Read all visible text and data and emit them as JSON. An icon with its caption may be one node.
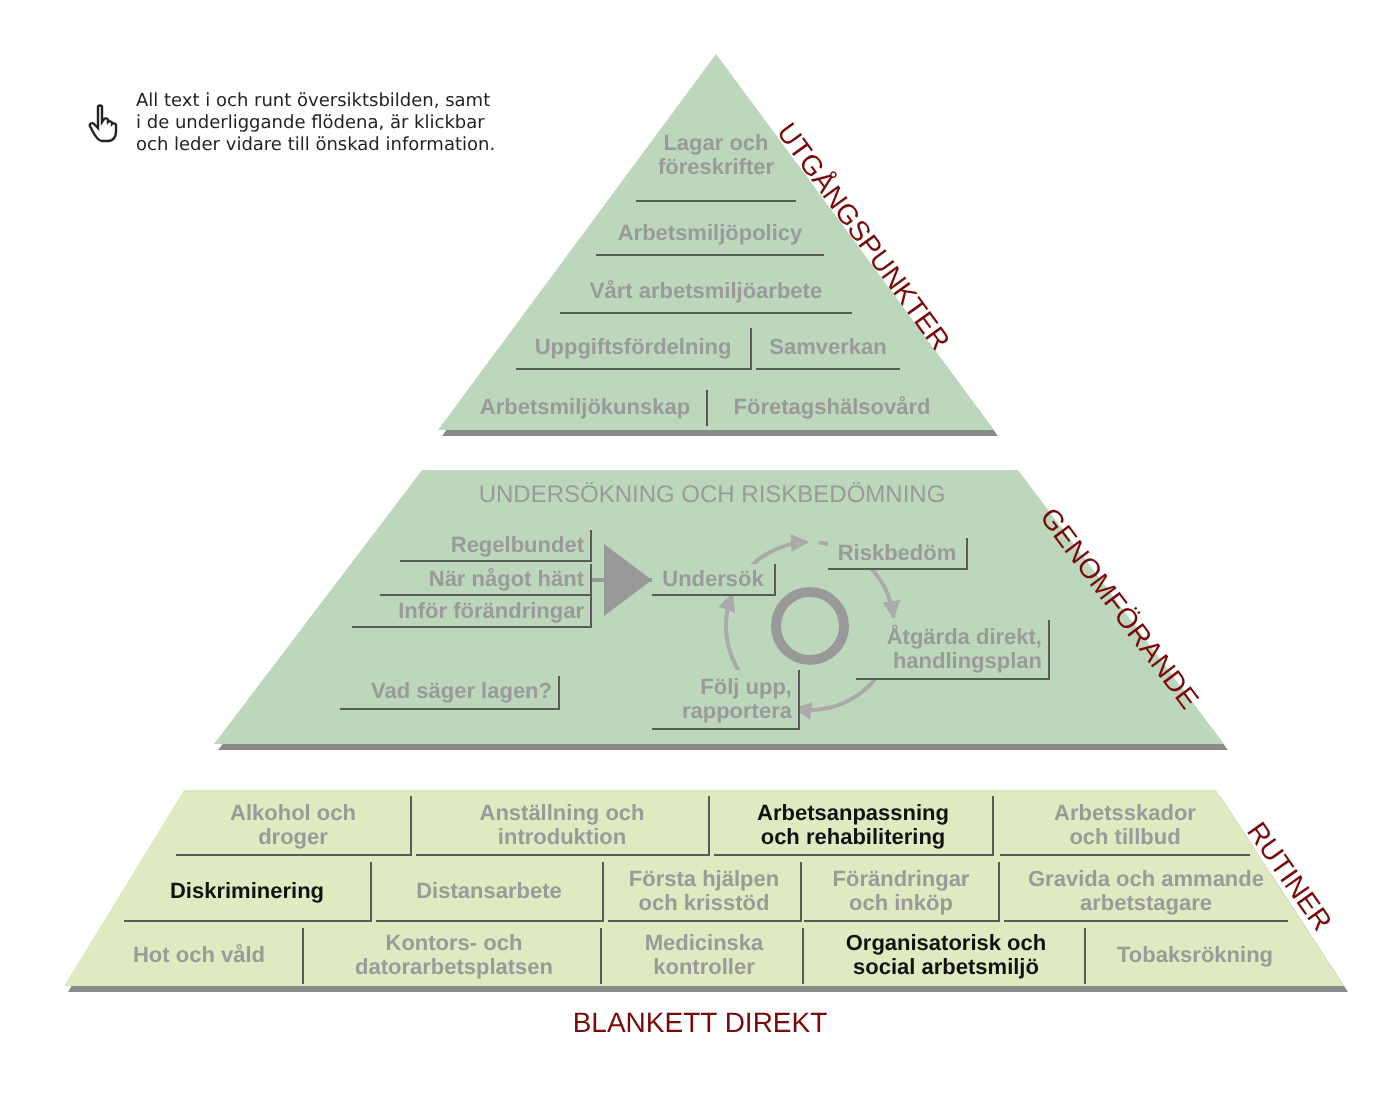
{
  "diagram": {
    "nodes": [
      {
        "text": [
          "UTGÅNGSPUNKTER"
        ]
      },
      {
        "text": [
          "Lagar och föreskrifter"
        ],
        "in": 0
      },
      {
        "text": [
          "Arbetsmiljöpolicy"
        ],
        "in": 0
      },
      {
        "text": [
          "Vårt arbetsmiljöarbete"
        ],
        "in": 0
      },
      {
        "text": [
          "Uppgiftsfördelning"
        ],
        "in": 0
      },
      {
        "text": [
          "Samverkan"
        ],
        "in": 0
      },
      {
        "text": [
          "Arbetsmiljökunskap"
        ],
        "in": 0
      },
      {
        "text": [
          "Företagshälsovård"
        ],
        "in": 0
      },
      {
        "text": [
          "GENOMFÖRANDE",
          "UNDERSÖKNING OCH RISKBEDÖMNING"
        ]
      },
      {
        "text": [
          "Regelbundet"
        ],
        "in": 8
      },
      {
        "text": [
          "När något hänt"
        ],
        "in": 8
      },
      {
        "text": [
          "Inför förändringar"
        ],
        "in": 8
      },
      {
        "text": [
          "Undersök"
        ],
        "in": 8
      },
      {
        "text": [
          "Riskbedöm"
        ],
        "in": 8
      },
      {
        "text": [
          "Åtgärda direkt, handlingsplan"
        ],
        "in": 8
      },
      {
        "text": [
          "Vad säger lagen?"
        ],
        "in": 8
      },
      {
        "text": [
          "Följ upp, rapportera"
        ],
        "in": 8
      },
      {
        "text": [
          "RUTINER"
        ]
      },
      {
        "text": [
          "Alkohol och droger"
        ],
        "in": 17
      },
      {
        "text": [
          "Anställning och introduktion"
        ],
        "in": 17
      },
      {
        "text": [
          "Arbetsanpassning och rehabilitering"
        ],
        "in": 17
      },
      {
        "text": [
          "Arbetsskador och tillbud"
        ],
        "in": 17
      },
      {
        "text": [
          "Diskriminering"
        ],
        "in": 17
      },
      {
        "text": [
          "Distansarbete"
        ],
        "in": 17
      },
      {
        "text": [
          "Första hjälpen och krisstöd"
        ],
        "in": 17
      },
      {
        "text": [
          "Förändringar och inköp"
        ],
        "in": 17
      },
      {
        "text": [
          "Gravida och ammande arbetstagare"
        ],
        "in": 17
      },
      {
        "text": [
          "Hot och våld"
        ],
        "in": 17
      },
      {
        "text": [
          "Kontors- och datorarbetsplatsen"
        ],
        "in": 17
      },
      {
        "text": [
          "Medicinska kontroller"
        ],
        "in": 17
      },
      {
        "text": [
          "Organisatorisk och social arbetsmiljö"
        ],
        "in": 17
      },
      {
        "text": [
          "Tobaksrökning"
        ],
        "in": 17
      }
    ],
    "edges": [
      {
        "from": 9,
        "to": 12,
        "arrow": "to"
      },
      {
        "from": 10,
        "to": 12,
        "arrow": "to"
      },
      {
        "from": 11,
        "to": 12,
        "arrow": "to"
      },
      {
        "from": 12,
        "to": 13,
        "arrow": "to"
      },
      {
        "from": 13,
        "to": 14,
        "arrow": "to"
      },
      {
        "from": 14,
        "to": 16,
        "arrow": "to"
      },
      {
        "from": 16,
        "to": 12,
        "arrow": "to"
      }
    ],
    "labels": [
      "All text i och runt översiktsbilden, samt i de underliggande flödena, är klickbar och leder vidare till önskad information.",
      "BLANKETT DIREKT"
    ]
  }
}
